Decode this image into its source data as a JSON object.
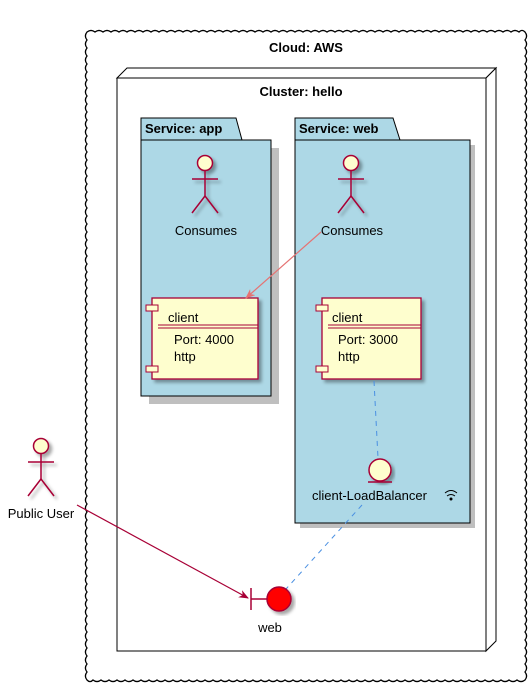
{
  "cloud": {
    "title": "Cloud: AWS"
  },
  "cluster": {
    "title": "Cluster: hello"
  },
  "services": {
    "app": {
      "title": "Service: app",
      "actor_label": "Consumes",
      "component": {
        "name": "client",
        "port": "Port: 4000",
        "protocol": "http"
      }
    },
    "web": {
      "title": "Service: web",
      "actor_label": "Consumes",
      "component": {
        "name": "client",
        "port": "Port: 3000",
        "protocol": "http"
      },
      "entity_label": "client-LoadBalancer",
      "entity_icon": "wifi-icon"
    }
  },
  "public_user": {
    "label": "Public User"
  },
  "boundary": {
    "label": "web"
  },
  "colors": {
    "package_fill": "#ADD8E6",
    "note_fill": "#FEFECE",
    "border": "#A80036",
    "arrow": "#A80036",
    "relation_arrow": "#E57373",
    "dashed_link": "#4A90E2",
    "boundary_fill": "#FF0000"
  }
}
